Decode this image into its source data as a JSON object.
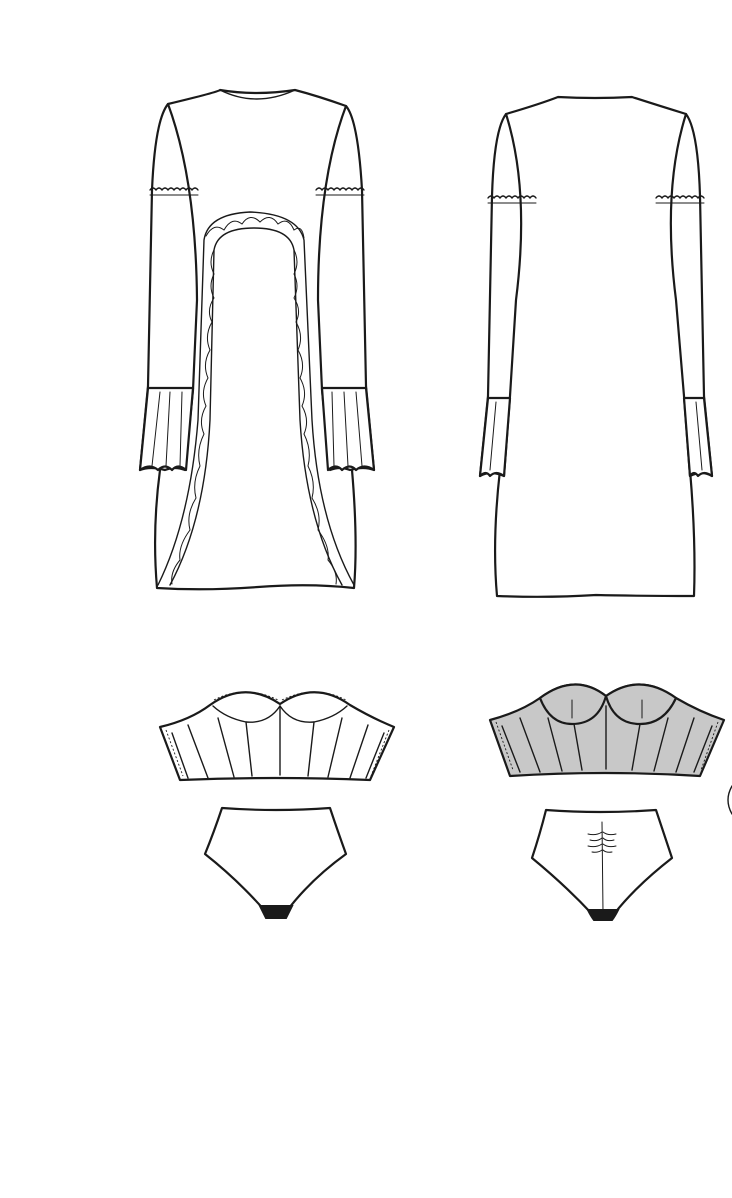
{
  "colors": {
    "outline": "#1a1a1a",
    "fabric": "#ffffff",
    "lining_fill": "#c8c8c8",
    "gusset": "#1a1a1a"
  },
  "views": [
    {
      "id": "dress-front",
      "garment": "dress",
      "side": "front"
    },
    {
      "id": "dress-back",
      "garment": "dress",
      "side": "back"
    },
    {
      "id": "bustier-front",
      "garment": "bustier",
      "side": "front"
    },
    {
      "id": "bustier-back",
      "garment": "bustier",
      "side": "back/inside"
    },
    {
      "id": "brief-front",
      "garment": "brief",
      "side": "front"
    },
    {
      "id": "brief-back",
      "garment": "brief",
      "side": "back"
    }
  ]
}
